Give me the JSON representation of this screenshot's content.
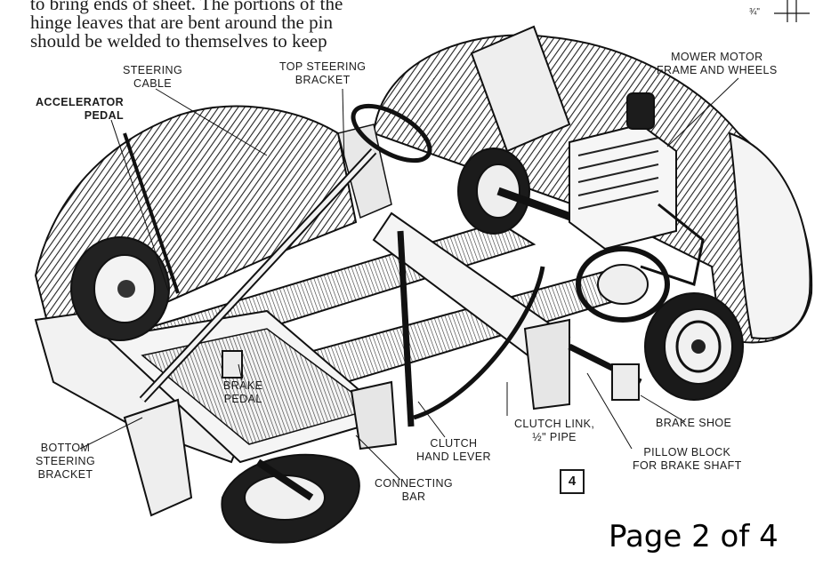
{
  "body_text": {
    "lines": [
      "to bring ends of sheet. The portions of the",
      "hinge leaves that are bent around the pin",
      "should be welded to themselves to keep"
    ]
  },
  "dimension_label": "¾\"",
  "labels": {
    "steering_cable": "STEERING\nCABLE",
    "top_steering_bracket": "TOP STEERING\nBRACKET",
    "accelerator_pedal": "ACCELERATOR\nPEDAL",
    "mower_motor": "MOWER MOTOR\nFRAME AND WHEELS",
    "brake_pedal": "BRAKE\nPEDAL",
    "bottom_steering_bracket": "BOTTOM\nSTEERING\nBRACKET",
    "clutch_hand_lever": "CLUTCH\nHAND LEVER",
    "clutch_link": "CLUTCH LINK,\n½\" PIPE",
    "brake_shoe": "BRAKE SHOE",
    "pillow_block": "PILLOW BLOCK\nFOR BRAKE SHAFT",
    "connecting_bar": "CONNECTING\nBAR"
  },
  "figure_number": "4",
  "page_indicator": "Page 2 of 4",
  "colors": {
    "ink": "#161616",
    "paper": "#ffffff"
  }
}
